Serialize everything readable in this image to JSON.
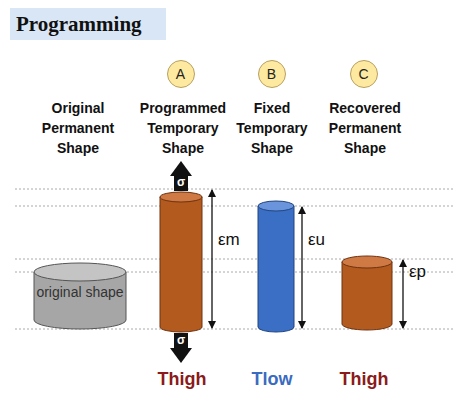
{
  "diagram": {
    "title": "Programming",
    "nodes": [
      {
        "text": [
          "A"
        ]
      },
      {
        "text": [
          "B"
        ]
      },
      {
        "text": [
          "C"
        ]
      },
      {
        "text": [
          "original shape"
        ]
      }
    ],
    "labels": [
      "Original Permanent Shape",
      "Programmed Temporary Shape",
      "Fixed Temporary Shape",
      "Recovered Permanent Shape",
      "σ",
      "σ",
      "εm",
      "εu",
      "εp",
      "Thigh",
      "Tlow",
      "Thigh"
    ]
  }
}
